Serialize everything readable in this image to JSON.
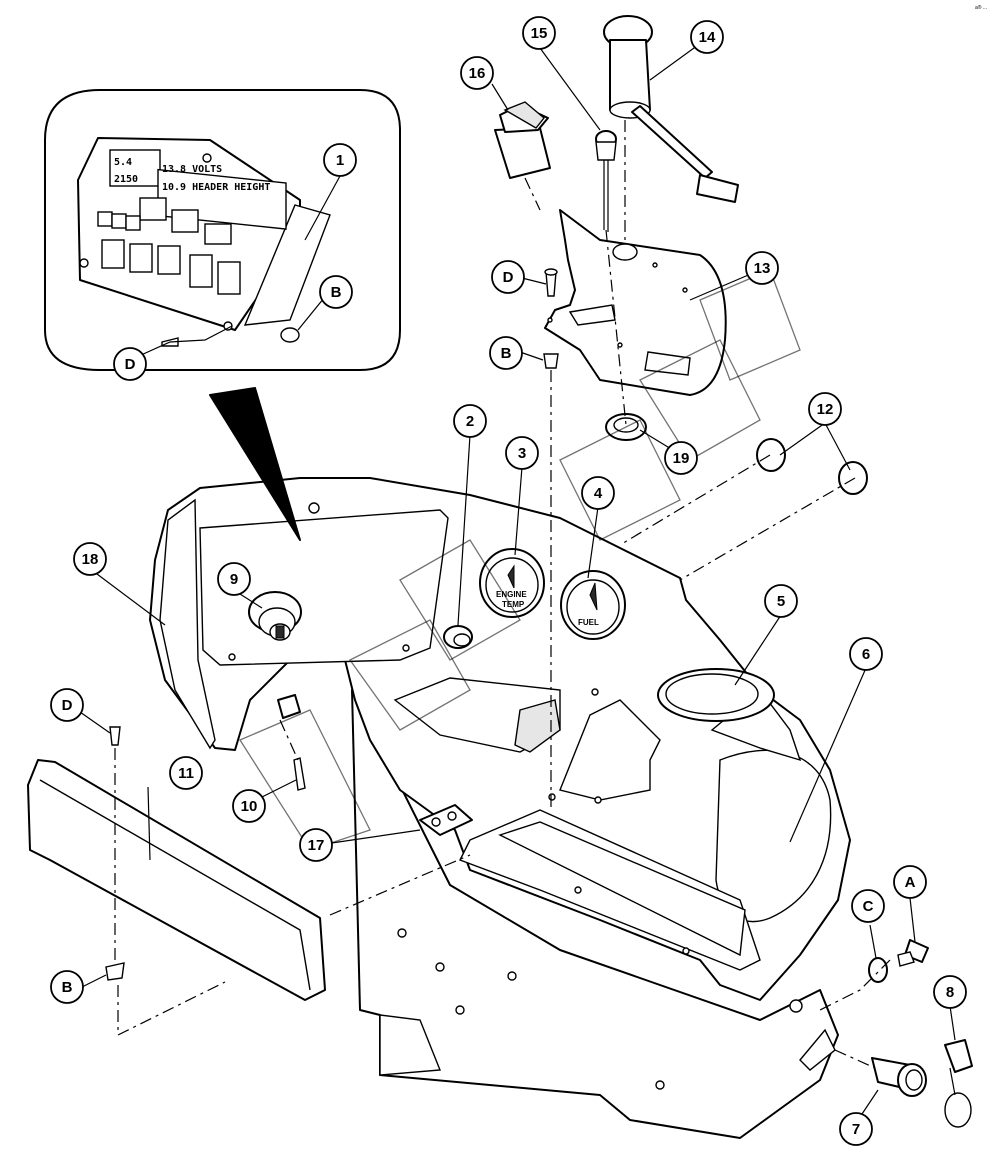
{
  "corner_mark": "a® ...",
  "display_panel": {
    "line1_left": "5.4",
    "line1_right": "13.8 VOLTS",
    "line2_left": "2150",
    "line2_right": "10.9 HEADER HEIGHT"
  },
  "gauges": {
    "engine_temp_line1": "ENGINE",
    "engine_temp_line2": "TEMP",
    "fuel": "FUEL"
  },
  "callouts": {
    "c1": "1",
    "c2": "2",
    "c3": "3",
    "c4": "4",
    "c5": "5",
    "c6": "6",
    "c7": "7",
    "c8": "8",
    "c9": "9",
    "c10": "10",
    "c11": "11",
    "c12": "12",
    "c13": "13",
    "c14": "14",
    "c15": "15",
    "c16": "16",
    "c17": "17",
    "c18": "18",
    "c19": "19",
    "cA": "A",
    "cB1": "B",
    "cB2": "B",
    "cB3": "B",
    "cC": "C",
    "cD1": "D",
    "cD2": "D",
    "cD3": "D"
  }
}
